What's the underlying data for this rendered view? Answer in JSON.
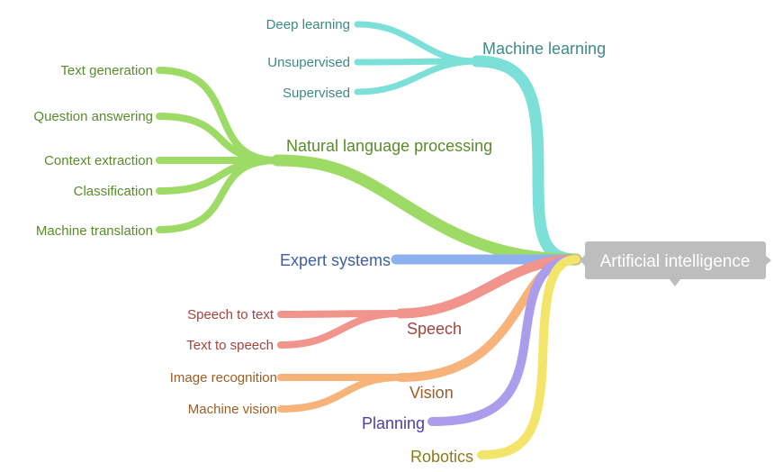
{
  "root": {
    "label": "Artificial intelligence",
    "color": "#bdbdbd",
    "text_color": "#ffffff"
  },
  "branches": [
    {
      "label": "Machine learning",
      "color": "#7de0d8",
      "text_color": "#3e8a86",
      "children": [
        {
          "label": "Deep learning"
        },
        {
          "label": "Unsupervised"
        },
        {
          "label": "Supervised"
        }
      ]
    },
    {
      "label": "Natural language processing",
      "color": "#9edb66",
      "text_color": "#5a8c2c",
      "children": [
        {
          "label": "Text generation"
        },
        {
          "label": "Question answering"
        },
        {
          "label": "Context extraction"
        },
        {
          "label": "Classification"
        },
        {
          "label": "Machine translation"
        }
      ]
    },
    {
      "label": "Expert systems",
      "color": "#8fb0ef",
      "text_color": "#3e5ea8",
      "children": []
    },
    {
      "label": "Speech",
      "color": "#f0948c",
      "text_color": "#a1453d",
      "children": [
        {
          "label": "Speech to text"
        },
        {
          "label": "Text to speech"
        }
      ]
    },
    {
      "label": "Vision",
      "color": "#f7b37a",
      "text_color": "#9d5d24",
      "children": [
        {
          "label": "Image recognition"
        },
        {
          "label": "Machine vision"
        }
      ]
    },
    {
      "label": "Planning",
      "color": "#ab9cec",
      "text_color": "#4d3ea8",
      "children": []
    },
    {
      "label": "Robotics",
      "color": "#f2e56a",
      "text_color": "#8a7b1c",
      "children": []
    }
  ]
}
